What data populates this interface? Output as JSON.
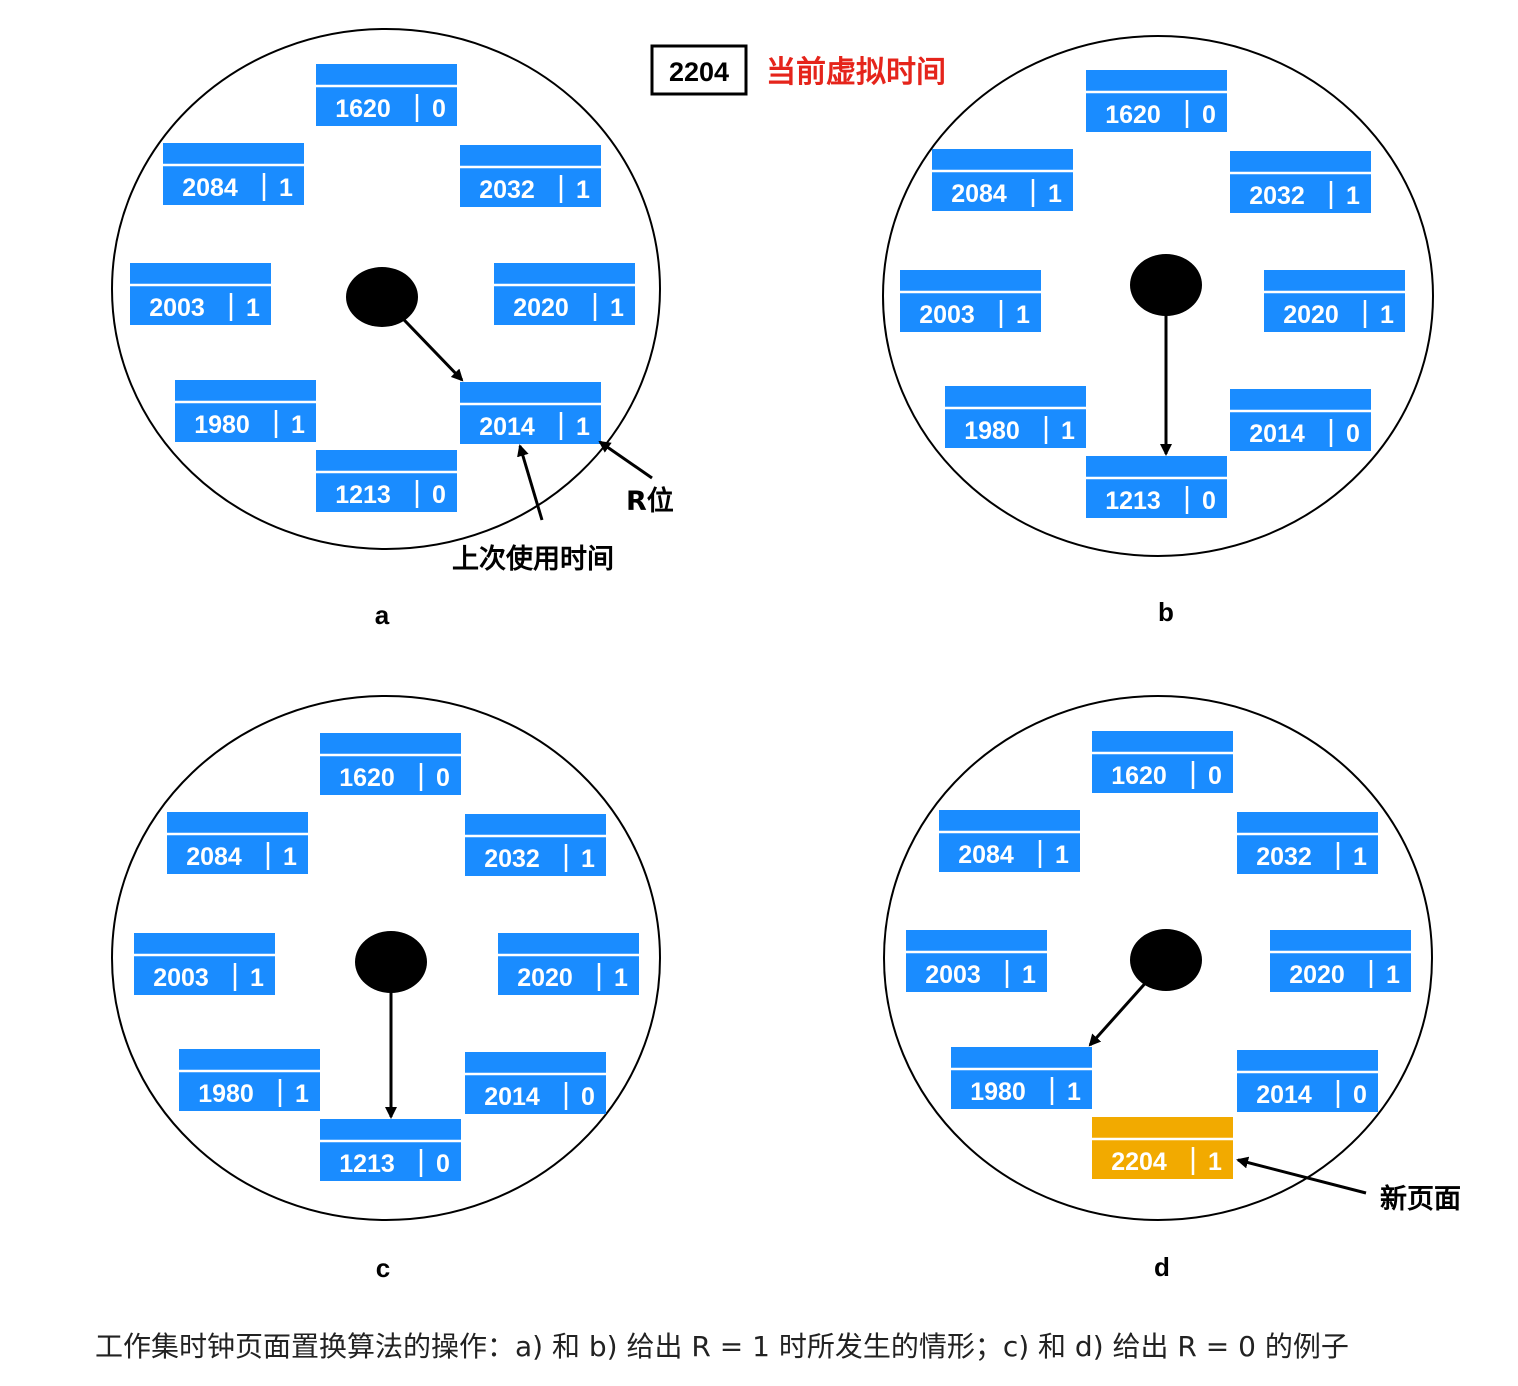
{
  "virtual_time": {
    "value": "2204",
    "label": "当前虚拟时间",
    "label_color": "#e5241b"
  },
  "colors": {
    "page_fill": "#1a8cff",
    "new_page_fill": "#f2aa00",
    "text": "#ffffff",
    "ink": "#000000"
  },
  "panels": [
    {
      "id": "a",
      "label": "a",
      "pages": [
        {
          "time": "1620",
          "r": "0"
        },
        {
          "time": "2032",
          "r": "1"
        },
        {
          "time": "2020",
          "r": "1"
        },
        {
          "time": "2014",
          "r": "1"
        },
        {
          "time": "1213",
          "r": "0"
        },
        {
          "time": "1980",
          "r": "1"
        },
        {
          "time": "2003",
          "r": "1"
        },
        {
          "time": "2084",
          "r": "1"
        }
      ],
      "hand_points_to": "2014"
    },
    {
      "id": "b",
      "label": "b",
      "pages": [
        {
          "time": "1620",
          "r": "0"
        },
        {
          "time": "2032",
          "r": "1"
        },
        {
          "time": "2020",
          "r": "1"
        },
        {
          "time": "2014",
          "r": "0"
        },
        {
          "time": "1213",
          "r": "0"
        },
        {
          "time": "1980",
          "r": "1"
        },
        {
          "time": "2003",
          "r": "1"
        },
        {
          "time": "2084",
          "r": "1"
        }
      ],
      "hand_points_to": "1213"
    },
    {
      "id": "c",
      "label": "c",
      "pages": [
        {
          "time": "1620",
          "r": "0"
        },
        {
          "time": "2032",
          "r": "1"
        },
        {
          "time": "2020",
          "r": "1"
        },
        {
          "time": "2014",
          "r": "0"
        },
        {
          "time": "1213",
          "r": "0"
        },
        {
          "time": "1980",
          "r": "1"
        },
        {
          "time": "2003",
          "r": "1"
        },
        {
          "time": "2084",
          "r": "1"
        }
      ],
      "hand_points_to": "1213"
    },
    {
      "id": "d",
      "label": "d",
      "pages": [
        {
          "time": "1620",
          "r": "0"
        },
        {
          "time": "2032",
          "r": "1"
        },
        {
          "time": "2020",
          "r": "1"
        },
        {
          "time": "2014",
          "r": "0"
        },
        {
          "time": "2204",
          "r": "1",
          "new": true
        },
        {
          "time": "1980",
          "r": "1"
        },
        {
          "time": "2003",
          "r": "1"
        },
        {
          "time": "2084",
          "r": "1"
        }
      ],
      "hand_points_to": "1980"
    }
  ],
  "annotations": {
    "r_bit": "R位",
    "last_used_time": "上次使用时间",
    "new_page": "新页面"
  },
  "caption": "工作集时钟页面置换算法的操作：a) 和 b) 给出 R = 1 时所发生的情形；c) 和 d) 给出 R = 0 的例子"
}
